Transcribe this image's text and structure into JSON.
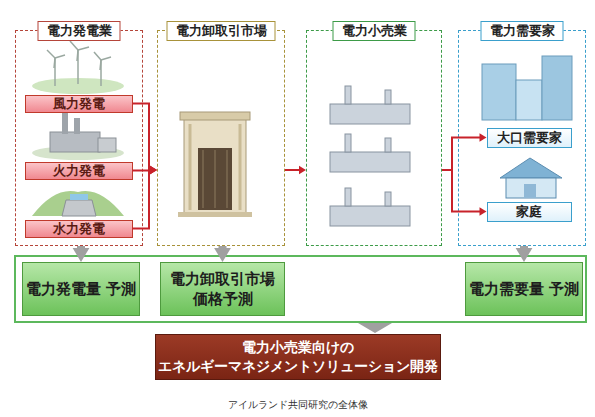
{
  "diagram": {
    "caption": "アイルランド共同研究の全体像",
    "nodes": [
      {
        "text": [
          "電力発電業"
        ]
      },
      {
        "text": [
          "風力発電"
        ],
        "in": 0
      },
      {
        "text": [
          "火力発電"
        ],
        "in": 0
      },
      {
        "text": [
          "水力発電"
        ],
        "in": 0
      },
      {
        "text": [
          "電力卸取引市場"
        ]
      },
      {
        "text": [
          "電力小売業"
        ]
      },
      {
        "text": [
          "電力需要家"
        ]
      },
      {
        "text": [
          "大口需要家"
        ],
        "in": 6
      },
      {
        "text": [
          "家庭"
        ],
        "in": 6
      },
      {
        "text": [
          "電力発電量 予測"
        ]
      },
      {
        "text": [
          "電力卸取引市場 価格予測"
        ]
      },
      {
        "text": [
          "電力需要量 予測"
        ]
      },
      {
        "text": [
          "電力小売業向けの エネルギーマネジメントソリューション開発"
        ]
      }
    ],
    "edges": [
      {
        "from": 1,
        "to": 4,
        "arrow": "to"
      },
      {
        "from": 2,
        "to": 4,
        "arrow": "to"
      },
      {
        "from": 3,
        "to": 4,
        "arrow": "to"
      },
      {
        "from": 4,
        "to": 5,
        "arrow": "to"
      },
      {
        "from": 5,
        "to": 7,
        "arrow": "to"
      },
      {
        "from": 5,
        "to": 8,
        "arrow": "to"
      },
      {
        "from": 0,
        "to": 9,
        "arrow": "to"
      },
      {
        "from": 4,
        "to": 10,
        "arrow": "to"
      },
      {
        "from": 6,
        "to": 11,
        "arrow": "to"
      }
    ]
  }
}
